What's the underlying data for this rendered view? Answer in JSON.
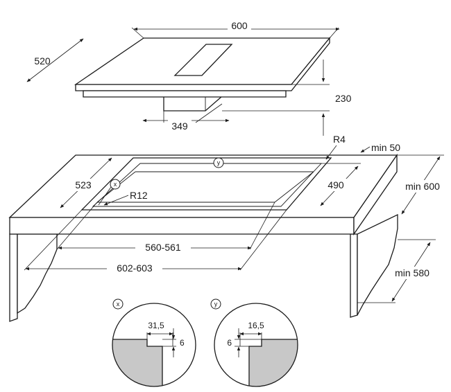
{
  "hob": {
    "width": "600",
    "depth": "520",
    "height": "230",
    "box_width": "349"
  },
  "cutout": {
    "corner_radius_outer": "R4",
    "corner_radius_inner": "R12",
    "depth": "523",
    "depth_inner": "490",
    "width_inner": "560-561",
    "width_outer": "602-603",
    "marker_x": "x",
    "marker_y": "y"
  },
  "clearances": {
    "min_back": "min 50",
    "min_worktop": "min 600",
    "min_cabinet": "min 580"
  },
  "details": {
    "x": {
      "marker": "x",
      "width": "31,5",
      "depth": "6"
    },
    "y": {
      "marker": "y",
      "width": "16,5",
      "depth": "6"
    }
  }
}
